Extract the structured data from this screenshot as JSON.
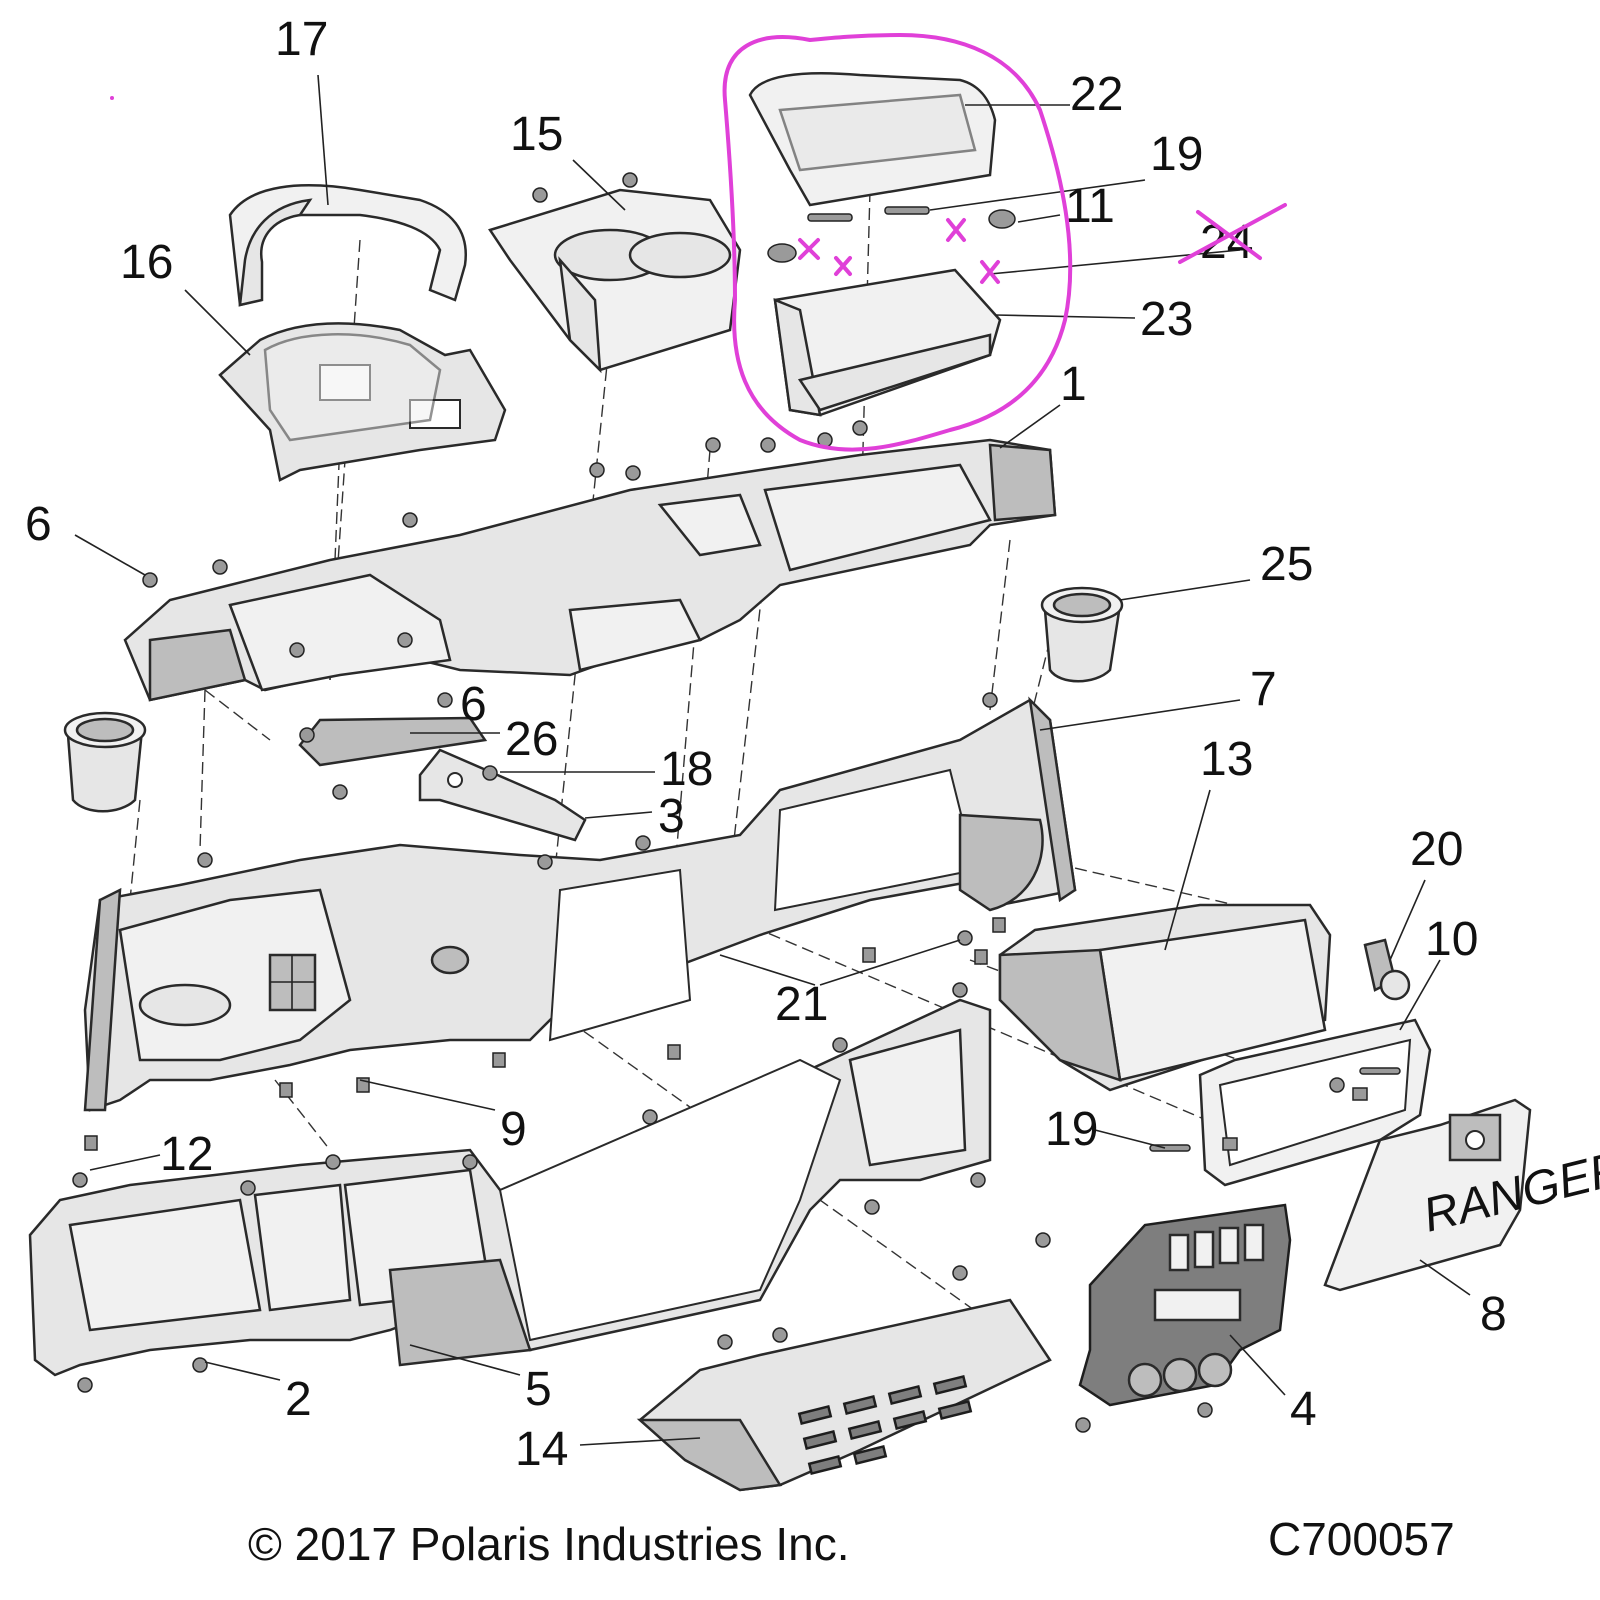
{
  "callouts": {
    "c1": "1",
    "c2": "2",
    "c3": "3",
    "c4": "4",
    "c5": "5",
    "c6a": "6",
    "c6b": "6",
    "c7": "7",
    "c8": "8",
    "c9": "9",
    "c10": "10",
    "c11": "11",
    "c12": "12",
    "c13": "13",
    "c14": "14",
    "c15": "15",
    "c16": "16",
    "c17": "17",
    "c18": "18",
    "c19a": "19",
    "c19b": "19",
    "c20": "20",
    "c21": "21",
    "c22": "22",
    "c23": "23",
    "c24": "24",
    "c25": "25",
    "c26": "26"
  },
  "embossed_text": "RANGER",
  "footer": {
    "copyright": "© 2017 Polaris Industries Inc.",
    "diagram_id": "C700057"
  },
  "colors": {
    "annotation": "#e040d8",
    "part_fill": "#e6e6e6",
    "outline": "#2a2a2a"
  }
}
